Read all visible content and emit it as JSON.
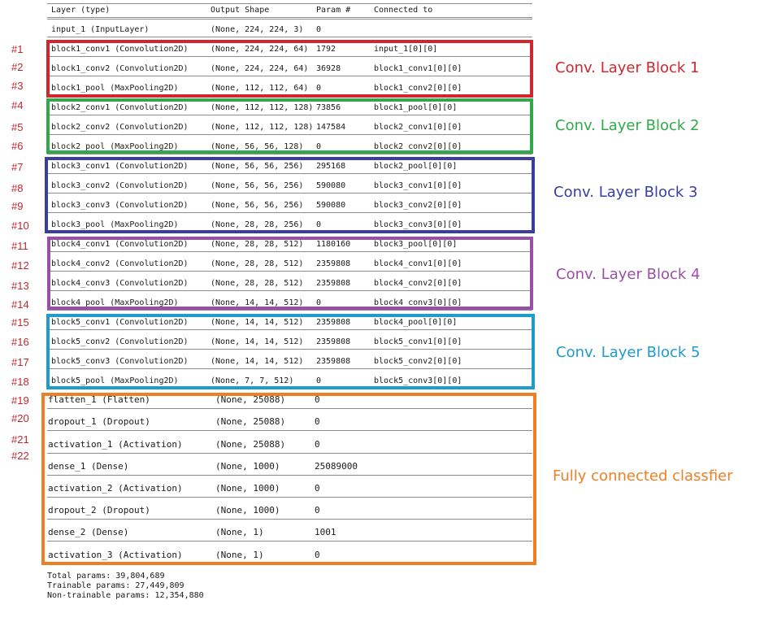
{
  "header": {
    "layer": "Layer (type)",
    "shape": "Output Shape",
    "params": "Param #",
    "connected": "Connected to"
  },
  "input_row": {
    "layer": "input_1 (InputLayer)",
    "shape": "(None, 224, 224, 3)",
    "params": "0",
    "connected": ""
  },
  "rows": [
    {
      "num": "#1",
      "layer": "block1_conv1 (Convolution2D)",
      "shape": "(None, 224, 224, 64)",
      "params": "1792",
      "connected": "input_1[0][0]"
    },
    {
      "num": "#2",
      "layer": "block1_conv2 (Convolution2D)",
      "shape": "(None, 224, 224, 64)",
      "params": "36928",
      "connected": "block1_conv1[0][0]"
    },
    {
      "num": "#3",
      "layer": "block1_pool (MaxPooling2D)",
      "shape": "(None, 112, 112, 64)",
      "params": "0",
      "connected": "block1_conv2[0][0]"
    },
    {
      "num": "#4",
      "layer": "block2_conv1 (Convolution2D)",
      "shape": "(None, 112, 112, 128)",
      "params": "73856",
      "connected": "block1_pool[0][0]"
    },
    {
      "num": "#5",
      "layer": "block2_conv2 (Convolution2D)",
      "shape": "(None, 112, 112, 128)",
      "params": "147584",
      "connected": "block2_conv1[0][0]"
    },
    {
      "num": "#6",
      "layer": "block2_pool (MaxPooling2D)",
      "shape": "(None, 56, 56, 128)",
      "params": "0",
      "connected": "block2_conv2[0][0]"
    },
    {
      "num": "#7",
      "layer": "block3_conv1 (Convolution2D)",
      "shape": "(None, 56, 56, 256)",
      "params": "295168",
      "connected": "block2_pool[0][0]"
    },
    {
      "num": "#8",
      "layer": "block3_conv2 (Convolution2D)",
      "shape": "(None, 56, 56, 256)",
      "params": "590080",
      "connected": "block3_conv1[0][0]"
    },
    {
      "num": "#9",
      "layer": "block3_conv3 (Convolution2D)",
      "shape": "(None, 56, 56, 256)",
      "params": "590080",
      "connected": "block3_conv2[0][0]"
    },
    {
      "num": "#10",
      "layer": "block3_pool (MaxPooling2D)",
      "shape": "(None, 28, 28, 256)",
      "params": "0",
      "connected": "block3_conv3[0][0]"
    },
    {
      "num": "#11",
      "layer": "block4_conv1 (Convolution2D)",
      "shape": "(None, 28, 28, 512)",
      "params": "1180160",
      "connected": "block3_pool[0][0]"
    },
    {
      "num": "#12",
      "layer": "block4_conv2 (Convolution2D)",
      "shape": "(None, 28, 28, 512)",
      "params": "2359808",
      "connected": "block4_conv1[0][0]"
    },
    {
      "num": "#13",
      "layer": "block4_conv3 (Convolution2D)",
      "shape": "(None, 28, 28, 512)",
      "params": "2359808",
      "connected": "block4_conv2[0][0]"
    },
    {
      "num": "#14",
      "layer": "block4_pool (MaxPooling2D)",
      "shape": "(None, 14, 14, 512)",
      "params": "0",
      "connected": "block4_conv3[0][0]"
    },
    {
      "num": "#15",
      "layer": "block5_conv1 (Convolution2D)",
      "shape": "(None, 14, 14, 512)",
      "params": "2359808",
      "connected": "block4_pool[0][0]"
    },
    {
      "num": "#16",
      "layer": "block5_conv2 (Convolution2D)",
      "shape": "(None, 14, 14, 512)",
      "params": "2359808",
      "connected": "block5_conv1[0][0]"
    },
    {
      "num": "#17",
      "layer": "block5_conv3 (Convolution2D)",
      "shape": "(None, 14, 14, 512)",
      "params": "2359808",
      "connected": "block5_conv2[0][0]"
    },
    {
      "num": "#18",
      "layer": "block5_pool (MaxPooling2D)",
      "shape": "(None, 7, 7, 512)",
      "params": "0",
      "connected": "block5_conv3[0][0]"
    },
    {
      "num": "#19",
      "layer": "flatten_1 (Flatten)",
      "shape": "(None, 25088)",
      "params": "0",
      "connected": ""
    },
    {
      "num": "#20",
      "layer": "dropout_1 (Dropout)",
      "shape": "(None, 25088)",
      "params": "0",
      "connected": ""
    },
    {
      "num": "#21",
      "layer": "activation_1 (Activation)",
      "shape": "(None, 25088)",
      "params": "0",
      "connected": ""
    },
    {
      "num": "#22",
      "layer": "dense_1 (Dense)",
      "shape": "(None, 1000)",
      "params": "25089000",
      "connected": ""
    },
    {
      "num": "",
      "layer": "activation_2 (Activation)",
      "shape": "(None, 1000)",
      "params": "0",
      "connected": ""
    },
    {
      "num": "",
      "layer": "dropout_2 (Dropout)",
      "shape": "(None, 1000)",
      "params": "0",
      "connected": ""
    },
    {
      "num": "",
      "layer": "dense_2 (Dense)",
      "shape": "(None, 1)",
      "params": "1001",
      "connected": ""
    },
    {
      "num": "",
      "layer": "activation_3 (Activation)",
      "shape": "(None, 1)",
      "params": "0",
      "connected": ""
    }
  ],
  "blocks": [
    {
      "label": "Conv. Layer Block 1",
      "color": "#d0262e"
    },
    {
      "label": "Conv. Layer Block 2",
      "color": "#2eaa4a"
    },
    {
      "label": "Conv. Layer Block 3",
      "color": "#3a3f9e"
    },
    {
      "label": "Conv. Layer Block 4",
      "color": "#9a4fa6"
    },
    {
      "label": "Conv. Layer Block 5",
      "color": "#1f9ccc"
    },
    {
      "label": "Fully connected classfier",
      "color": "#f07f23"
    }
  ],
  "summary": {
    "total": "Total params: 39,804,689",
    "trainable": "Trainable params: 27,449,809",
    "non_trainable": "Non-trainable params: 12,354,880"
  }
}
